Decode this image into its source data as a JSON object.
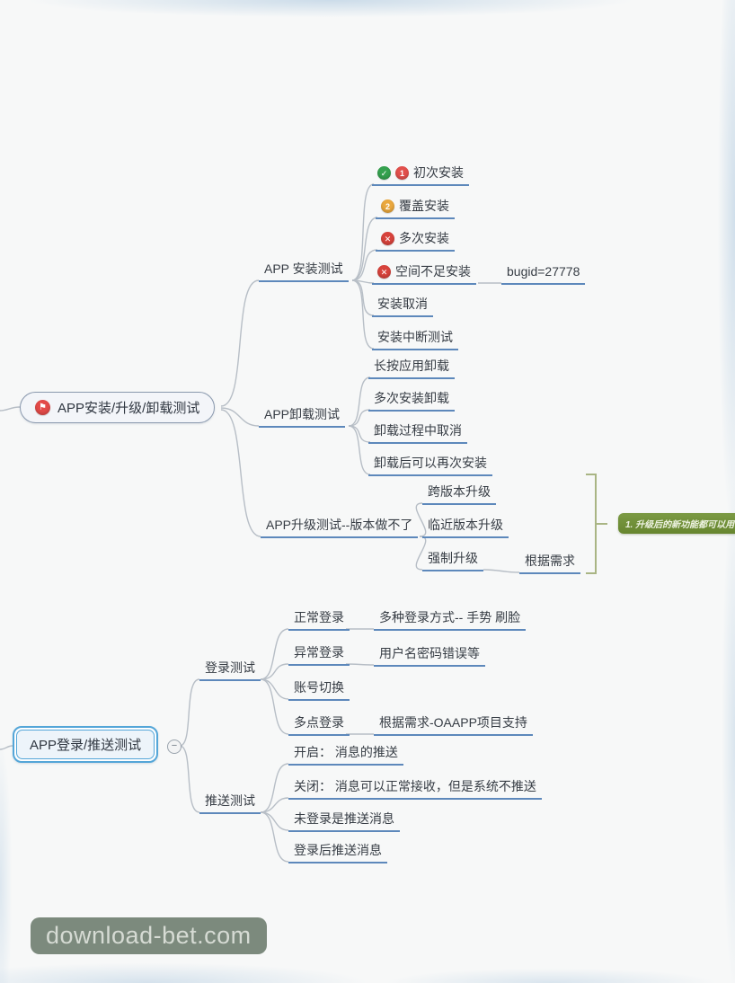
{
  "watermark": "download-bet.com",
  "glyphs": {
    "check": "✓",
    "one": "1",
    "two": "2",
    "cross": "✕",
    "flag": "⚑",
    "minus": "−"
  },
  "colors": {
    "topic_underline": "#5d88bb",
    "connector_line": "#b7bec6",
    "main1_border": "#8a99ae",
    "main2_border": "#54a6d8",
    "summary_bracket": "#a9b584",
    "summary_label_bg": "#6f8f3d",
    "marker_green": "#35a24f",
    "marker_red": "#d8433c",
    "marker_orange": "#eaa83e",
    "watermark_bg": "#718072"
  },
  "topics": {
    "main1": {
      "label": "APP安装/升级/卸载测试",
      "marker": "red-flag"
    },
    "install_test": {
      "label": "APP 安装测试"
    },
    "first_install": {
      "label": "初次安装",
      "markers": [
        "green-check",
        "red-1"
      ]
    },
    "overwrite_install": {
      "label": "覆盖安装",
      "markers": [
        "orange-2"
      ]
    },
    "multi_install": {
      "label": "多次安装",
      "markers": [
        "red-x"
      ]
    },
    "no_space_install": {
      "label": "空间不足安装",
      "markers": [
        "red-x"
      ]
    },
    "bugid": {
      "label": "bugid=27778"
    },
    "install_cancel": {
      "label": "安装取消"
    },
    "install_interrupt": {
      "label": "安装中断测试"
    },
    "uninstall_test": {
      "label": "APP卸载测试"
    },
    "long_press_uninstall": {
      "label": "长按应用卸载"
    },
    "multi_install_uninstall": {
      "label": "多次安装卸载"
    },
    "uninstall_cancel": {
      "label": "卸载过程中取消"
    },
    "reinstall_after_uninstall": {
      "label": "卸载后可以再次安装"
    },
    "upgrade_test": {
      "label": "APP升级测试--版本做不了"
    },
    "cross_version": {
      "label": "跨版本升级"
    },
    "near_version": {
      "label": "临近版本升级"
    },
    "force_upgrade": {
      "label": "强制升级"
    },
    "per_requirement": {
      "label": "根据需求"
    },
    "upgrade_summary": {
      "label": "1. 升级后的新功能都可以用"
    },
    "main2": {
      "label": "APP登录/推送测试"
    },
    "login_test": {
      "label": "登录测试"
    },
    "normal_login": {
      "label": "正常登录"
    },
    "login_methods": {
      "label": "多种登录方式-- 手势 刷脸"
    },
    "abnormal_login": {
      "label": "异常登录"
    },
    "wrong_credentials": {
      "label": "用户名密码错误等"
    },
    "account_switch": {
      "label": "账号切换"
    },
    "multi_point_login": {
      "label": "多点登录"
    },
    "multi_login_requirement": {
      "label": "根据需求-OAAPP项目支持"
    },
    "push_test": {
      "label": "推送测试"
    },
    "push_on": {
      "label": "开启： 消息的推送"
    },
    "push_off": {
      "label": "关闭： 消息可以正常接收，但是系统不推送"
    },
    "push_not_logged_in": {
      "label": "未登录是推送消息"
    },
    "push_after_login": {
      "label": "登录后推送消息"
    }
  }
}
